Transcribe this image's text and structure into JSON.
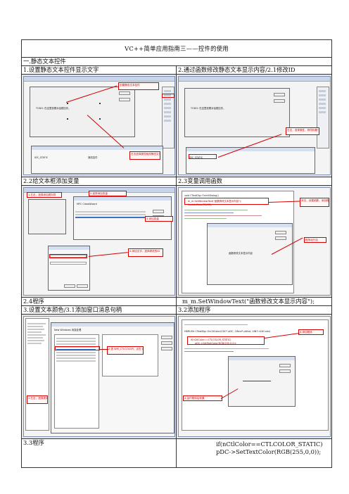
{
  "doc": {
    "title": "VC++简单应用指南三——控件的使用",
    "section": "一.静态文本控件",
    "cells": {
      "c1": "1.设置静态文本控件显示文字",
      "c2": "2.通过函数修改静态文本显示内容/2.1修改ID",
      "c3": "2.2给文本框添加变量",
      "c4": "2.3变量调用函数",
      "c5": "2.4程序",
      "c6": "m_m.SetWindowText(\"函数修改文本显示内容\");",
      "c7": "3.设置文本颜色/3.1添加窗口消息句柄",
      "c8": "3.2添加程序",
      "c9": "3.3程序",
      "c10a": "if(nCtlColor==CTLCOLOR_STATIC)",
      "c10b": "pDC->SetTextColor(RGB(255,0,0));"
    }
  },
  "screens": {
    "s1": {
      "notes": [
        "创建静态文本控件",
        "右击选择属性就改静态文本内容"
      ],
      "dialog_text": "TODO: 在这里放置对话框控件。",
      "prop_id": "IDC_STATIC",
      "prop_title": "静态控件"
    },
    "s2": {
      "notes": [
        "右击，选择属性，修改标题一下ID"
      ],
      "dialog_text": "TODO: 在这里放置对话框控件。",
      "prop_id": "IDC_STATIC"
    },
    "s3": {
      "notes": [
        "1.右击，选择添加类向导",
        "2.选择添加变量",
        "3.添加变量",
        "4.添加文字，选择修改的ID"
      ],
      "wizard_title": "MFC ClassWizard"
    },
    "s4": {
      "notes": [
        "双击，创建函数，添加程序",
        "程序运行后"
      ],
      "code_lines": [
        "void CTestDlg::OnInitDialog()",
        "m_m.SetWindowText(\"函数修改文本显示内容\");",
        "UpdateData(FALSE);"
      ],
      "run_text": "函数修改文本显示内容"
    },
    "s5": {
      "notes": [
        "1.右击，选择类向导",
        "2.选 WM_CTLCOLOR，点击 Add 添加函数"
      ],
      "wizard_title": "New Windows 消息处理"
    },
    "s6": {
      "notes": [
        "3.添加程序",
        "4.运行程序后效果"
      ],
      "code_lines": [
        "HBRUSH CTestDlg::OnCtlColor(CDC* pDC, CWnd* pWnd, UINT nCtlColor)",
        "if(nCtlColor==CTLCOLOR_STATIC)",
        "pDC->SetTextColor(RGB(255,0,0));"
      ]
    }
  },
  "colors": {
    "annotation": "#d40000",
    "window_title": "#c9d6ea",
    "border": "#333333"
  }
}
